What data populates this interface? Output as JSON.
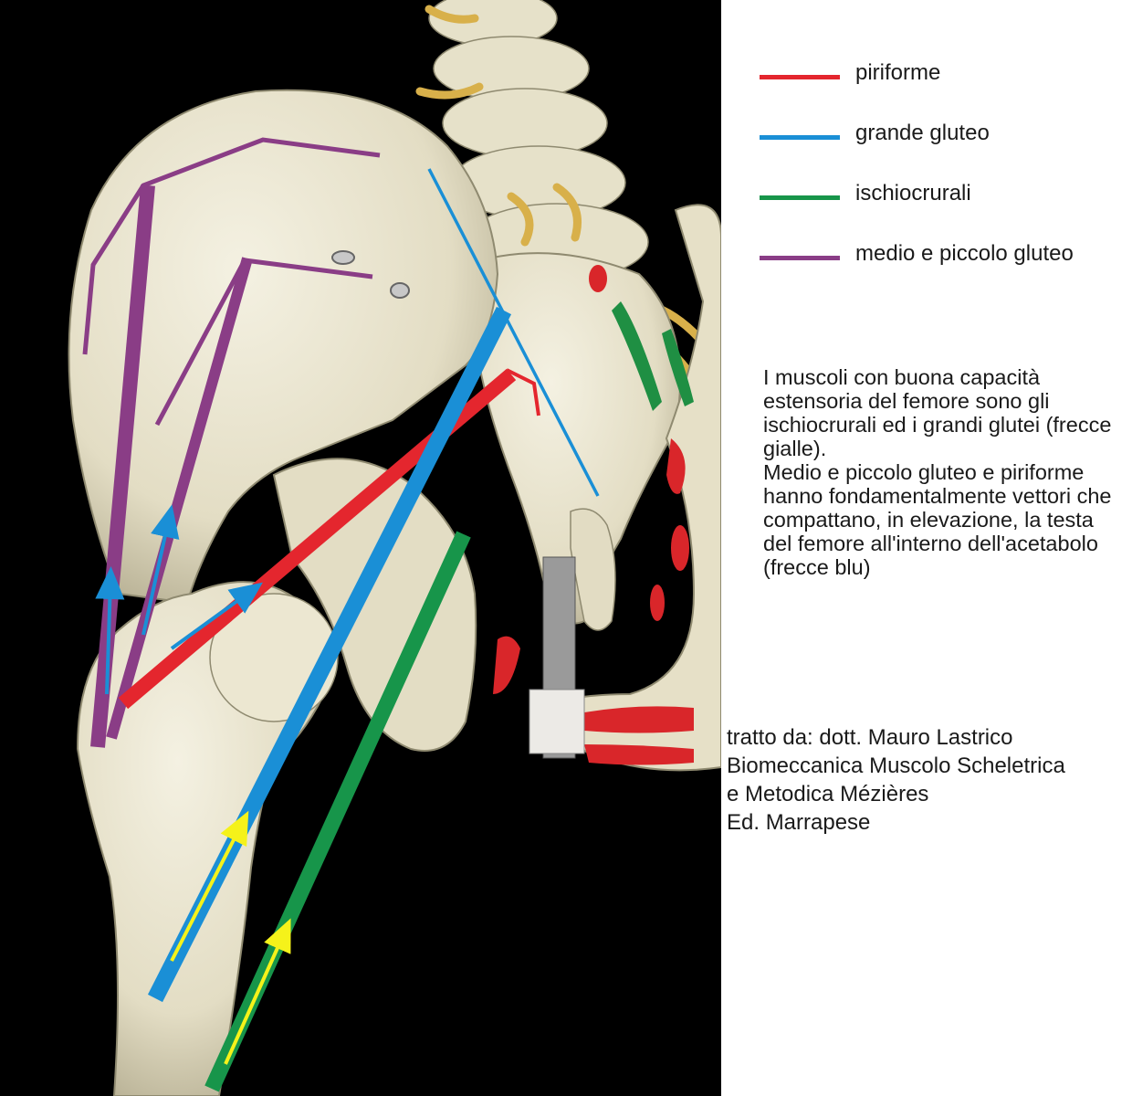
{
  "legend": [
    {
      "label": "piriforme",
      "color": "#e4262e"
    },
    {
      "label": "grande gluteo",
      "color": "#1a8fd6"
    },
    {
      "label": "ischiocrurali",
      "color": "#17954a"
    },
    {
      "label": "medio e piccolo gluteo",
      "color": "#8a3d86"
    }
  ],
  "description": {
    "paragraph1": "I muscoli con buona capacità estensoria del femore sono gli ischiocrurali ed i grandi glutei (frecce gialle).",
    "paragraph2": "Medio e piccolo gluteo e piriforme hanno fondamentalmente vettori che compattano, in elevazione, la testa del femore all'interno dell'acetabolo (frecce blu)"
  },
  "credit": {
    "line1": "tratto da: dott. Mauro Lastrico",
    "line2": "Biomeccanica Muscolo Scheletrica",
    "line3": "e Metodica Mézières",
    "line4": "Ed. Marrapese"
  },
  "colors": {
    "piriforme": "#e4262e",
    "grande_gluteo": "#1a8fd6",
    "ischiocrurali": "#17954a",
    "medio_piccolo_gluteo": "#8a3d86",
    "extension_arrow": "#f5f21a",
    "compression_arrow": "#1a8fd6",
    "bone": "#e9e4cf",
    "background": "#000000"
  }
}
